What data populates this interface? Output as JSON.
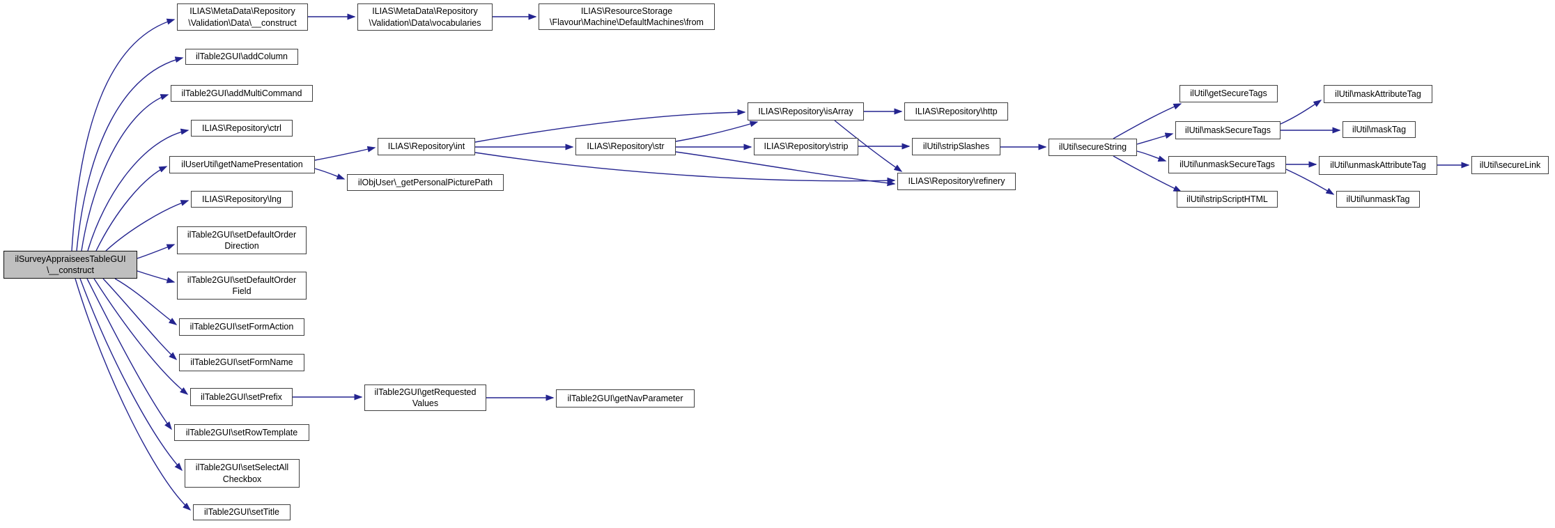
{
  "diagram_type": "doxygen-call-graph",
  "colors": {
    "edge": "#24248f",
    "node_border": "#3f3f3f",
    "node_fill": "#ffffff",
    "root_fill": "#bfbfbf",
    "text": "#000000",
    "background": "#ffffff"
  },
  "nodes": [
    {
      "id": "root",
      "label": "ilSurveyAppraiseesTableGUI\n\\__construct"
    },
    {
      "id": "md-construct",
      "label": "ILIAS\\MetaData\\Repository\n\\Validation\\Data\\__construct"
    },
    {
      "id": "add-column",
      "label": "ilTable2GUI\\addColumn"
    },
    {
      "id": "add-multi-command",
      "label": "ilTable2GUI\\addMultiCommand"
    },
    {
      "id": "repository-ctrl",
      "label": "ILIAS\\Repository\\ctrl"
    },
    {
      "id": "get-name-presentation",
      "label": "ilUserUtil\\getNamePresentation"
    },
    {
      "id": "repository-lng",
      "label": "ILIAS\\Repository\\lng"
    },
    {
      "id": "set-default-order-direction",
      "label": "ilTable2GUI\\setDefaultOrder\nDirection"
    },
    {
      "id": "set-default-order-field",
      "label": "ilTable2GUI\\setDefaultOrder\nField"
    },
    {
      "id": "set-form-action",
      "label": "ilTable2GUI\\setFormAction"
    },
    {
      "id": "set-form-name",
      "label": "ilTable2GUI\\setFormName"
    },
    {
      "id": "set-prefix",
      "label": "ilTable2GUI\\setPrefix"
    },
    {
      "id": "set-row-template",
      "label": "ilTable2GUI\\setRowTemplate"
    },
    {
      "id": "set-select-all-checkbox",
      "label": "ilTable2GUI\\setSelectAll\nCheckbox"
    },
    {
      "id": "set-title",
      "label": "ilTable2GUI\\setTitle"
    },
    {
      "id": "vocabularies",
      "label": "ILIAS\\MetaData\\Repository\n\\Validation\\Data\\vocabularies"
    },
    {
      "id": "default-machines-from",
      "label": "ILIAS\\ResourceStorage\n\\Flavour\\Machine\\DefaultMachines\\from"
    },
    {
      "id": "repository-int",
      "label": "ILIAS\\Repository\\int"
    },
    {
      "id": "get-personal-picture-path",
      "label": "ilObjUser\\_getPersonalPicturePath"
    },
    {
      "id": "repository-str",
      "label": "ILIAS\\Repository\\str"
    },
    {
      "id": "repository-is-array",
      "label": "ILIAS\\Repository\\isArray"
    },
    {
      "id": "repository-http",
      "label": "ILIAS\\Repository\\http"
    },
    {
      "id": "repository-strip",
      "label": "ILIAS\\Repository\\strip"
    },
    {
      "id": "strip-slashes",
      "label": "ilUtil\\stripSlashes"
    },
    {
      "id": "repository-refinery",
      "label": "ILIAS\\Repository\\refinery"
    },
    {
      "id": "secure-string",
      "label": "ilUtil\\secureString"
    },
    {
      "id": "get-secure-tags",
      "label": "ilUtil\\getSecureTags"
    },
    {
      "id": "mask-secure-tags",
      "label": "ilUtil\\maskSecureTags"
    },
    {
      "id": "unmask-secure-tags",
      "label": "ilUtil\\unmaskSecureTags"
    },
    {
      "id": "strip-script-html",
      "label": "ilUtil\\stripScriptHTML"
    },
    {
      "id": "mask-attribute-tag",
      "label": "ilUtil\\maskAttributeTag"
    },
    {
      "id": "mask-tag",
      "label": "ilUtil\\maskTag"
    },
    {
      "id": "unmask-attribute-tag",
      "label": "ilUtil\\unmaskAttributeTag"
    },
    {
      "id": "unmask-tag",
      "label": "ilUtil\\unmaskTag"
    },
    {
      "id": "secure-link",
      "label": "ilUtil\\secureLink"
    },
    {
      "id": "get-requested-values",
      "label": "ilTable2GUI\\getRequested\nValues"
    },
    {
      "id": "get-nav-parameter",
      "label": "ilTable2GUI\\getNavParameter"
    }
  ]
}
